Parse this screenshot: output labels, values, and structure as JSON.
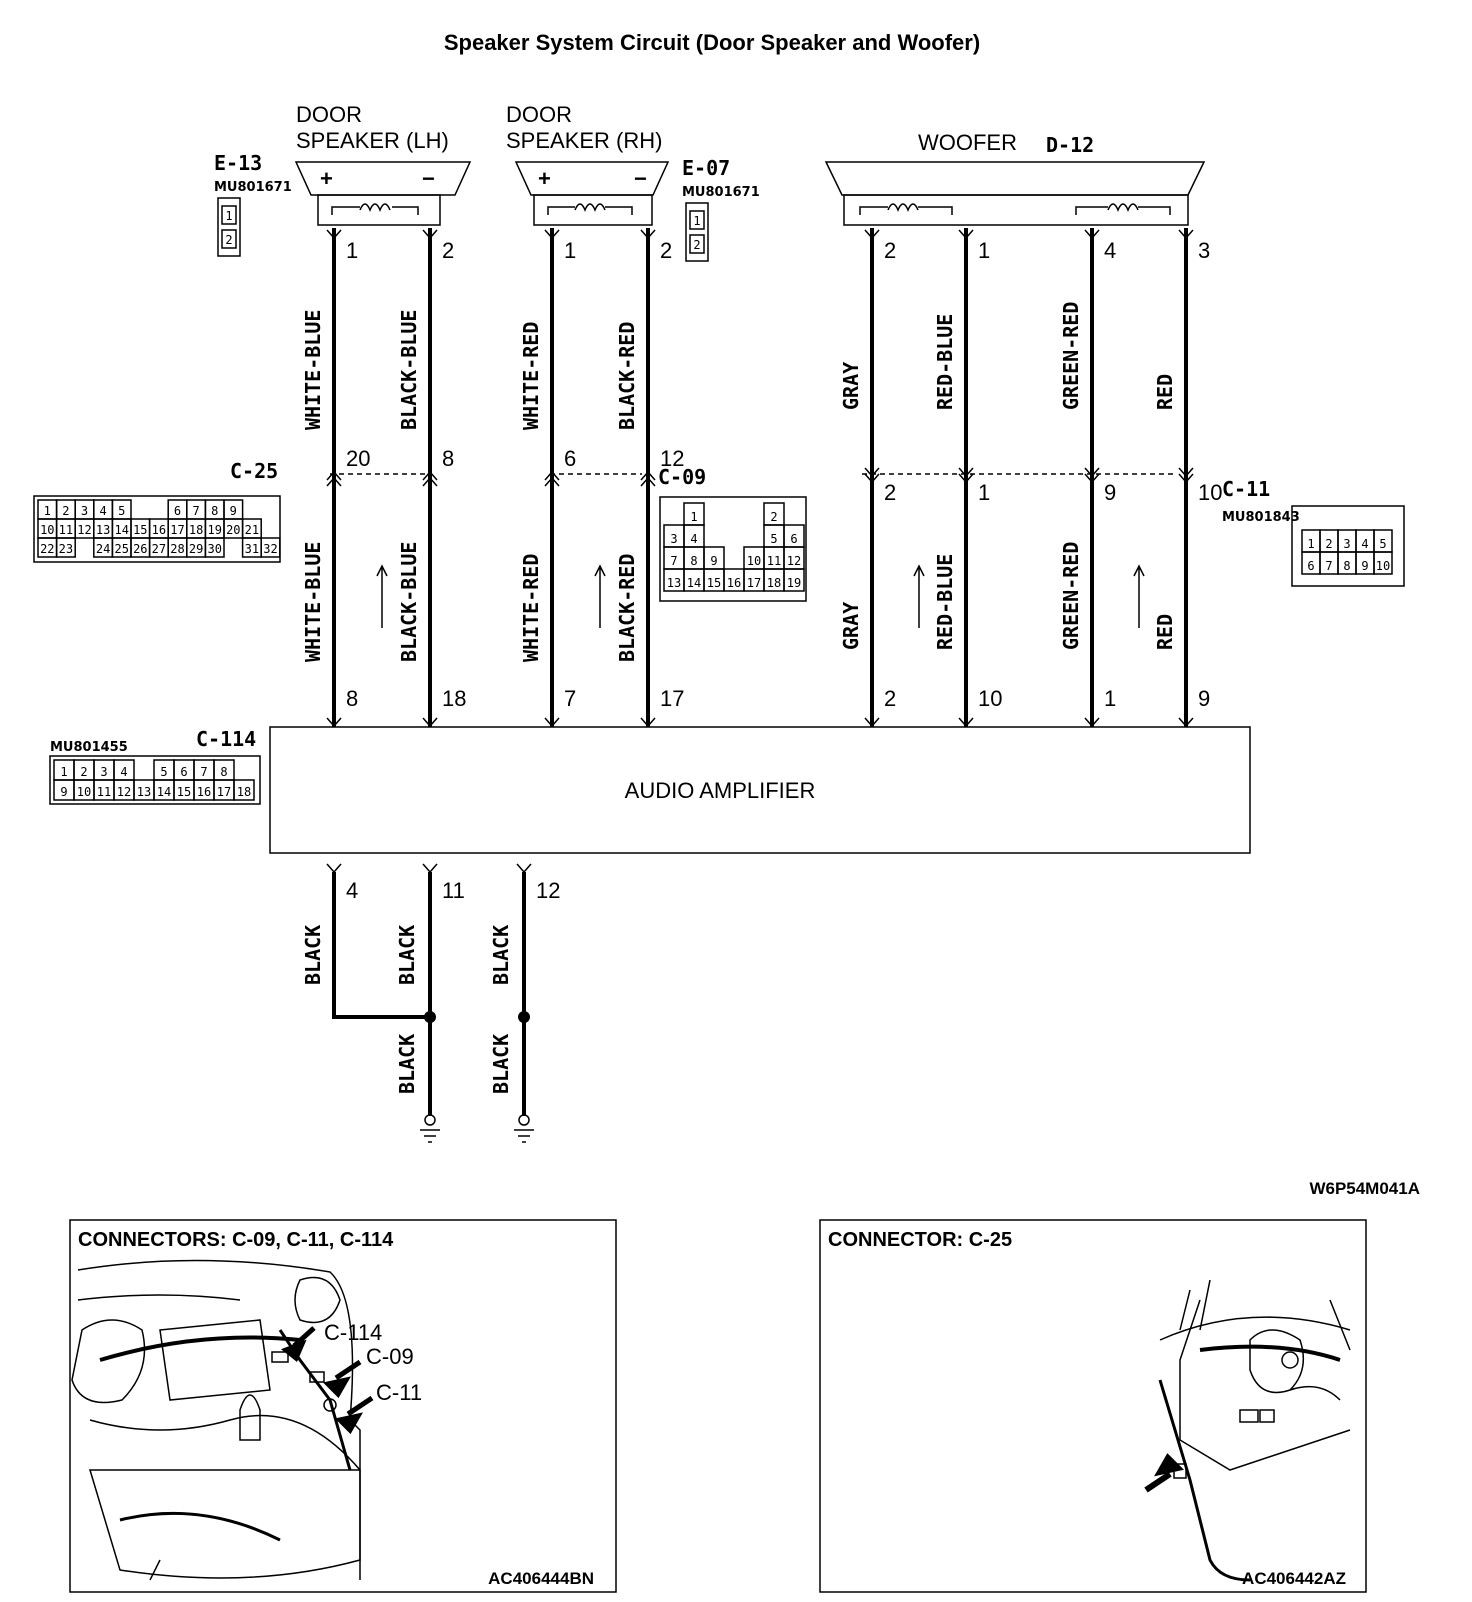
{
  "title": "Speaker System Circuit (Door Speaker and Woofer)",
  "speakers": {
    "lh": {
      "line1": "DOOR",
      "line2": "SPEAKER (LH)",
      "connector": "E-13",
      "part": "MU801671",
      "plus": "+",
      "minus": "−",
      "pins": [
        "1",
        "2"
      ]
    },
    "rh": {
      "line1": "DOOR",
      "line2": "SPEAKER (RH)",
      "connector": "E-07",
      "part": "MU801671",
      "plus": "+",
      "minus": "−",
      "pins": [
        "1",
        "2"
      ]
    },
    "woofer": {
      "label": "WOOFER",
      "connector": "D-12",
      "pins": [
        "2",
        "1",
        "4",
        "3"
      ]
    }
  },
  "wires": [
    {
      "upper": "WHITE-BLUE",
      "lower": "WHITE-BLUE",
      "top_pin": "1",
      "mid_pin": "20",
      "amp_pin": "8"
    },
    {
      "upper": "BLACK-BLUE",
      "lower": "BLACK-BLUE",
      "top_pin": "2",
      "mid_pin": "8",
      "amp_pin": "18"
    },
    {
      "upper": "WHITE-RED",
      "lower": "WHITE-RED",
      "top_pin": "1",
      "mid_pin": "6",
      "amp_pin": "7"
    },
    {
      "upper": "BLACK-RED",
      "lower": "BLACK-RED",
      "top_pin": "2",
      "mid_pin": "12",
      "amp_pin": "17"
    },
    {
      "upper": "GRAY",
      "lower": "GRAY",
      "top_pin": "2",
      "mid_pin": "2",
      "amp_pin": "2"
    },
    {
      "upper": "RED-BLUE",
      "lower": "RED-BLUE",
      "top_pin": "1",
      "mid_pin": "1",
      "amp_pin": "10"
    },
    {
      "upper": "GREEN-RED",
      "lower": "GREEN-RED",
      "top_pin": "4",
      "mid_pin": "9",
      "amp_pin": "1"
    },
    {
      "upper": "RED",
      "lower": "RED",
      "top_pin": "3",
      "mid_pin": "10",
      "amp_pin": "9"
    }
  ],
  "junctions": {
    "c25": {
      "name": "C-25",
      "rows": [
        [
          "1",
          "2",
          "3",
          "4",
          "5",
          "",
          "",
          "6",
          "7",
          "8",
          "9"
        ],
        [
          "10",
          "11",
          "12",
          "13",
          "14",
          "15",
          "16",
          "17",
          "18",
          "19",
          "20",
          "21"
        ],
        [
          "22",
          "23",
          "",
          "24",
          "25",
          "26",
          "27",
          "28",
          "29",
          "30",
          "",
          "31",
          "32"
        ]
      ]
    },
    "c09": {
      "name": "C-09",
      "rows": [
        [
          "",
          "1",
          "",
          "",
          "",
          "2",
          ""
        ],
        [
          "3",
          "4",
          "",
          "",
          "",
          "5",
          "6"
        ],
        [
          "7",
          "8",
          "9",
          "",
          "10",
          "11",
          "12"
        ],
        [
          "13",
          "14",
          "15",
          "16",
          "17",
          "18",
          "19"
        ]
      ]
    },
    "c11": {
      "name": "C-11",
      "part": "MU801843",
      "rows": [
        [
          "1",
          "2",
          "3",
          "4",
          "5"
        ],
        [
          "6",
          "7",
          "8",
          "9",
          "10"
        ]
      ]
    }
  },
  "amplifier": {
    "label": "AUDIO AMPLIFIER",
    "connector": "C-114",
    "part": "MU801455",
    "rows": [
      [
        "1",
        "2",
        "3",
        "4",
        "",
        "5",
        "6",
        "7",
        "8"
      ],
      [
        "9",
        "10",
        "11",
        "12",
        "13",
        "14",
        "15",
        "16",
        "17",
        "18"
      ]
    ]
  },
  "grounds": [
    {
      "pin": "4",
      "color": "BLACK"
    },
    {
      "pin": "11",
      "color": "BLACK"
    },
    {
      "pin": "12",
      "color": "BLACK"
    }
  ],
  "ground_lower": [
    "BLACK",
    "BLACK"
  ],
  "figure_code": "W6P54M041A",
  "locator1": {
    "heading": "CONNECTORS: C-09, C-11, C-114",
    "callouts": [
      "C-114",
      "C-09",
      "C-11"
    ],
    "code": "AC406444BN"
  },
  "locator2": {
    "heading": "CONNECTOR: C-25",
    "code": "AC406442AZ"
  }
}
